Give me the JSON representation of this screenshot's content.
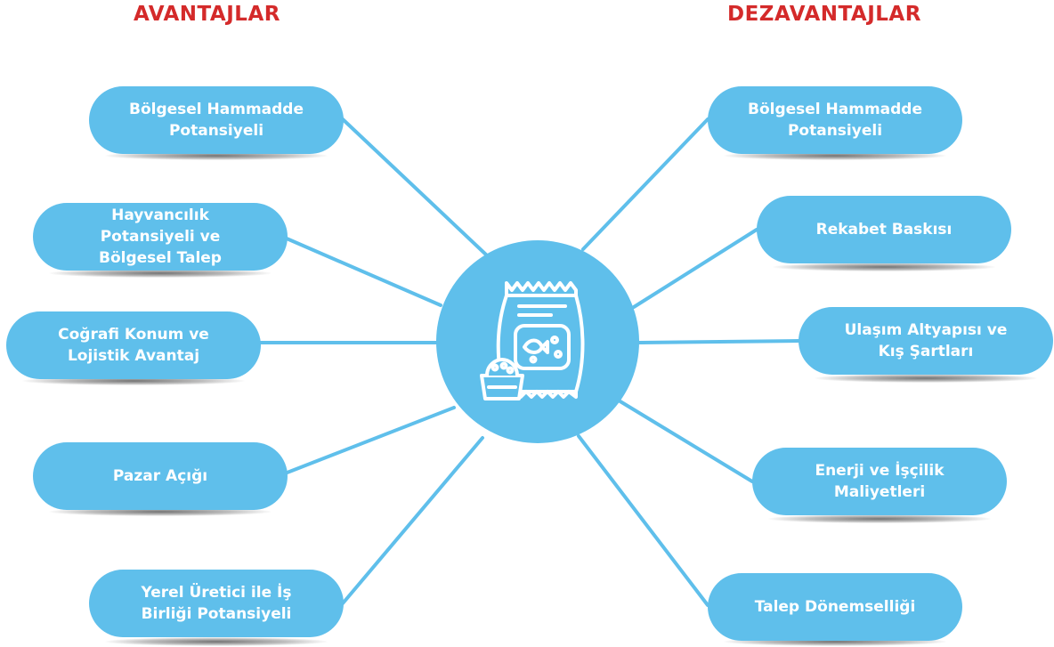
{
  "headings": {
    "advantages": "AVANTAJLAR",
    "disadvantages": "DEZAVANTAJLAR"
  },
  "colors": {
    "heading": "#d42a2a",
    "node": "#5fbfeb",
    "connector": "#5fbfeb",
    "text": "#ffffff"
  },
  "hub_icon": "feed-bag-icon",
  "advantages": [
    {
      "label": "Bölgesel Hammadde\nPotansiyeli"
    },
    {
      "label": "Hayvancılık\nPotansiyeli ve\nBölgesel Talep"
    },
    {
      "label": "Coğrafi Konum ve\nLojistik Avantaj"
    },
    {
      "label": "Pazar Açığı"
    },
    {
      "label": "Yerel Üretici ile İş\nBirliği Potansiyeli"
    }
  ],
  "disadvantages": [
    {
      "label": "Bölgesel Hammadde\nPotansiyeli"
    },
    {
      "label": "Rekabet Baskısı"
    },
    {
      "label": "Ulaşım Altyapısı ve\nKış Şartları"
    },
    {
      "label": "Enerji ve İşçilik\nMaliyetleri"
    },
    {
      "label": "Talep Dönemselliği"
    }
  ]
}
